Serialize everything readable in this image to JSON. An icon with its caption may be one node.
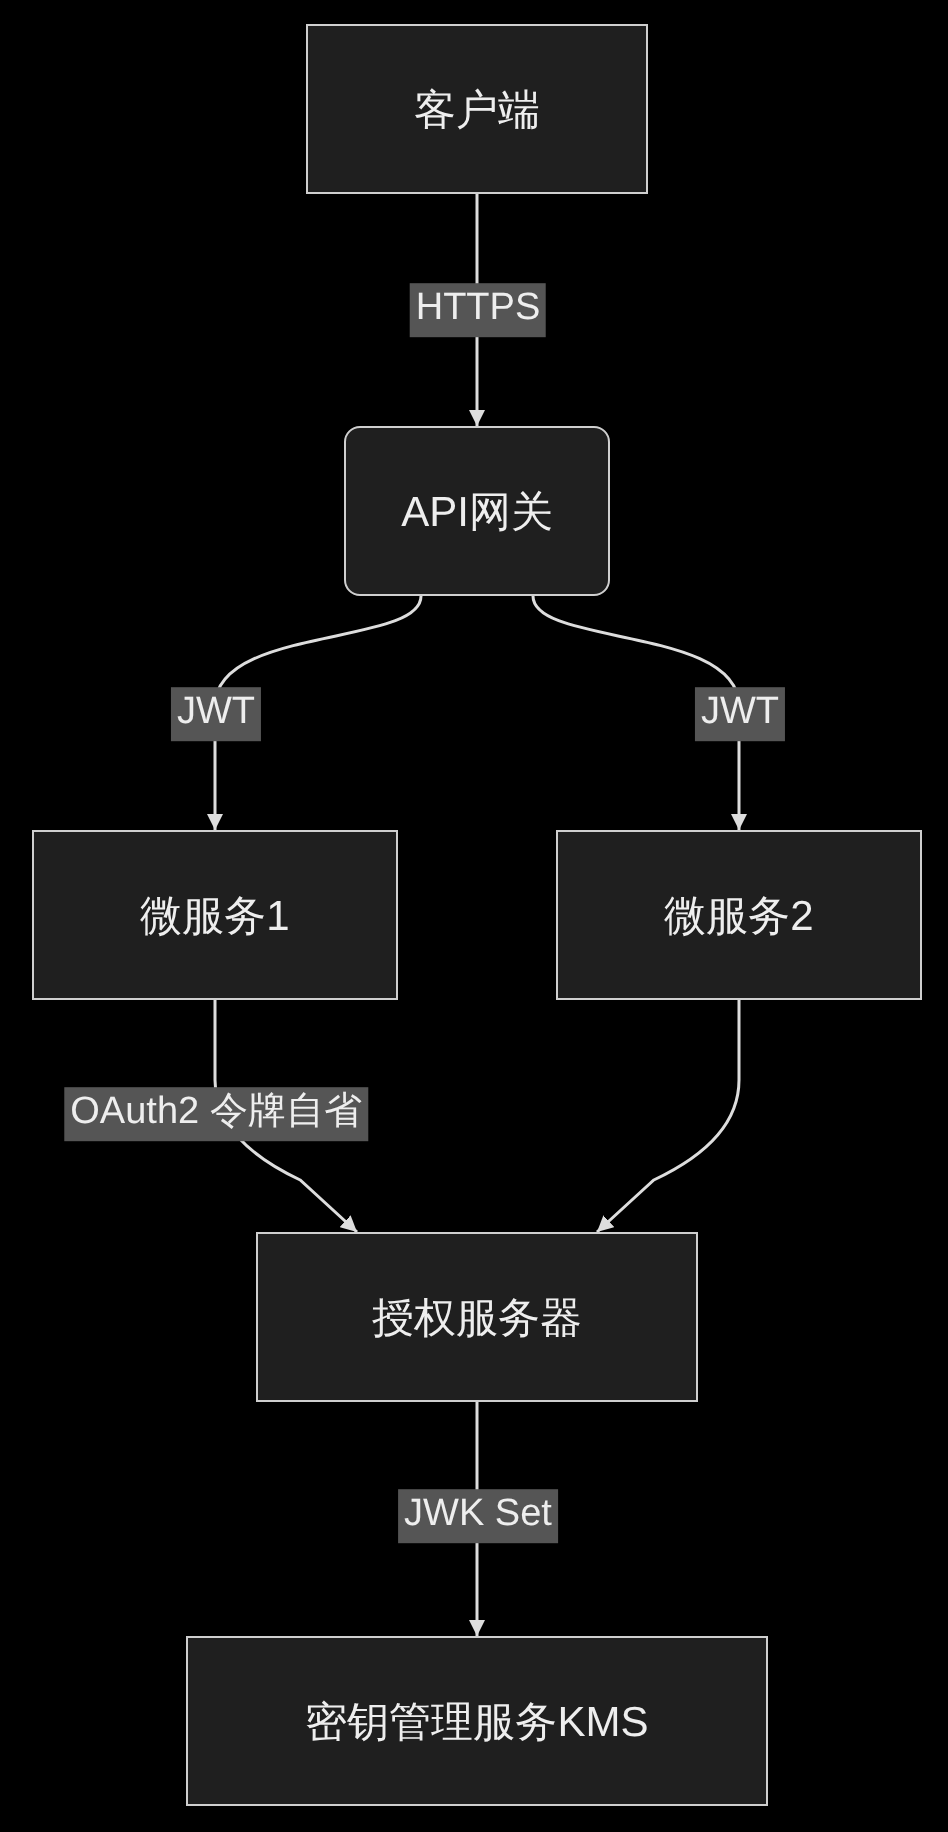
{
  "diagram": {
    "nodes": [
      {
        "text": [
          "客户端"
        ]
      },
      {
        "text": [
          "API网关"
        ]
      },
      {
        "text": [
          "微服务1"
        ]
      },
      {
        "text": [
          "微服务2"
        ]
      },
      {
        "text": [
          "授权服务器"
        ]
      },
      {
        "text": [
          "密钥管理服务KMS"
        ]
      }
    ],
    "edges": [
      {
        "from": 0,
        "to": 1,
        "arrow": "to",
        "label": "HTTPS"
      },
      {
        "from": 1,
        "to": 2,
        "arrow": "to",
        "label": "JWT"
      },
      {
        "from": 1,
        "to": 3,
        "arrow": "to",
        "label": "JWT"
      },
      {
        "from": 2,
        "to": 4,
        "arrow": "to",
        "label": "OAuth2 令牌自省"
      },
      {
        "from": 3,
        "to": 4,
        "arrow": "to"
      },
      {
        "from": 4,
        "to": 5,
        "arrow": "to",
        "label": "JWK Set"
      }
    ]
  }
}
